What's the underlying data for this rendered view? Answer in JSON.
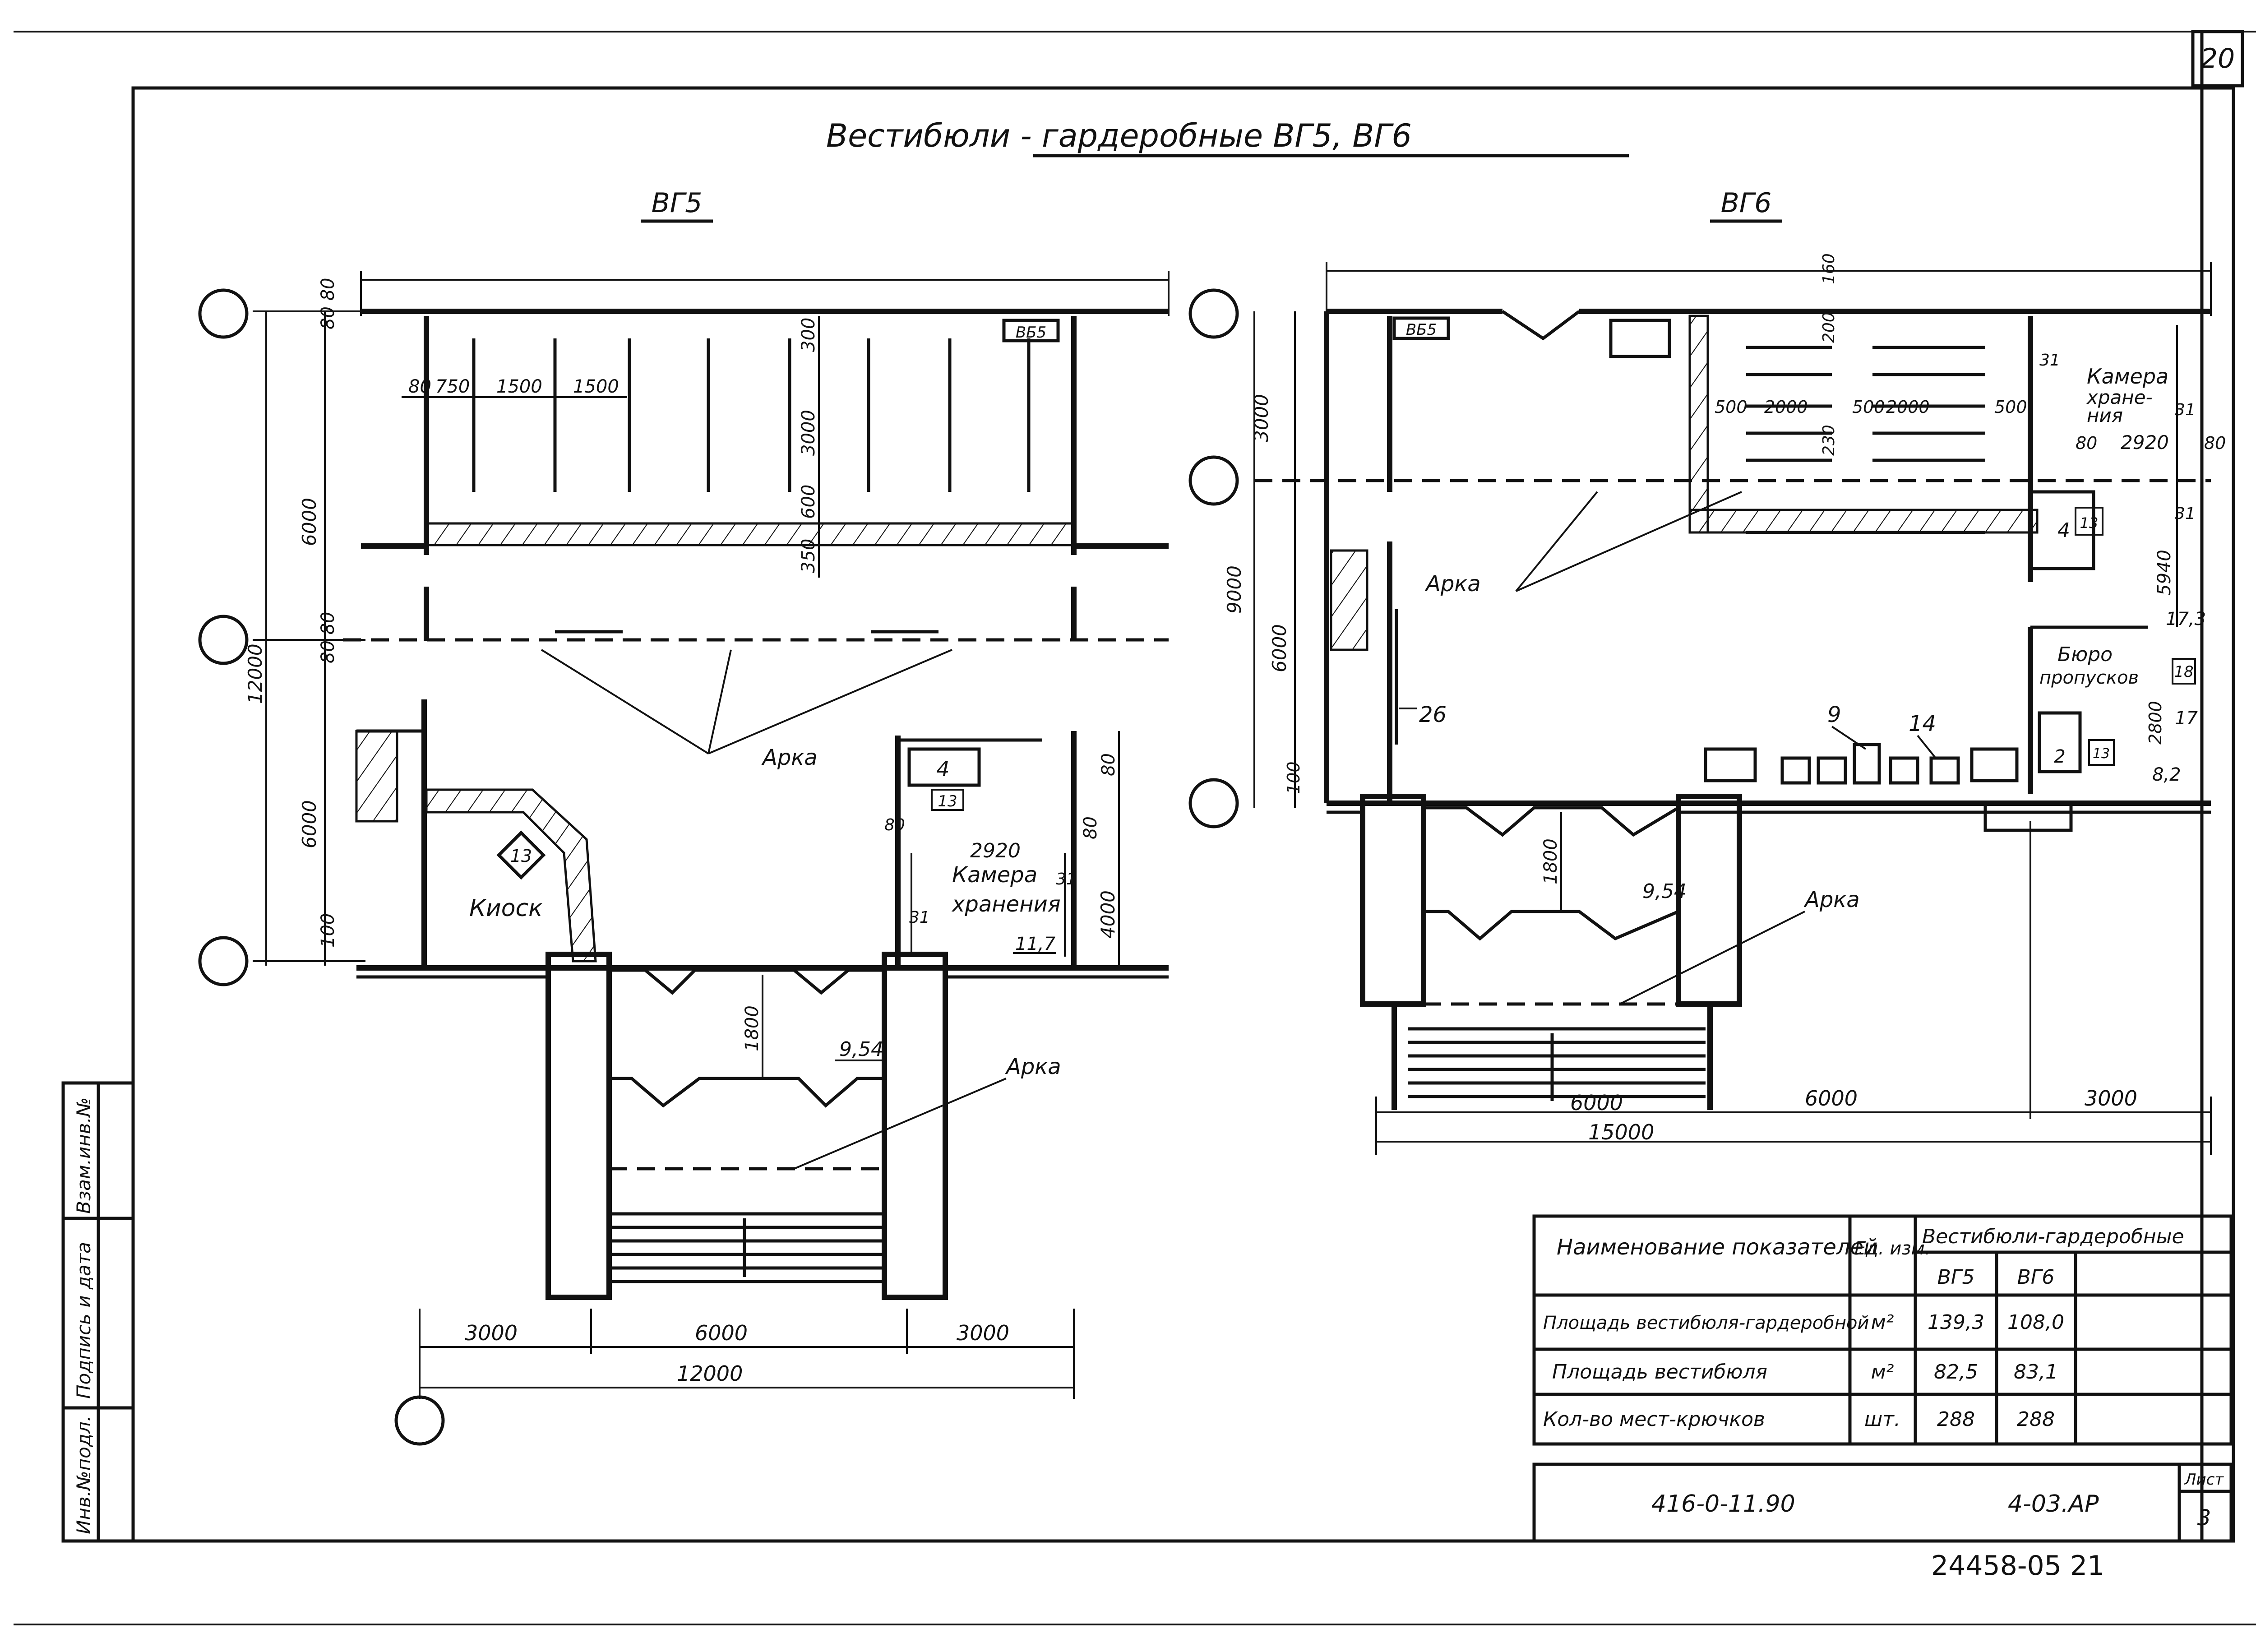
{
  "sheet": {
    "page_number": "20",
    "title": "Вестибюли - гардеробные ВГ5, ВГ6",
    "doc_code": "416-0-11.90",
    "sheet_code": "4-03.АР",
    "sheet_label": "Лист",
    "sheet_number": "3",
    "archive_number": "24458-05 21",
    "side_stamp": [
      "Инв.№подл.",
      "Подпись и дата",
      "Взам.инв.№"
    ]
  },
  "plan_vg5": {
    "label": "ВГ5",
    "stamp": "ВБ5",
    "room_numbers": [
      "13",
      "4",
      "13",
      "31",
      "31"
    ],
    "texts": [
      "Киоск",
      "Камера",
      "хранения",
      "Арка",
      "Арка",
      "11,7",
      "9,54",
      "2920",
      "80"
    ],
    "dims_top": [
      "80",
      "750",
      "1500",
      "1500",
      "3000",
      "300",
      "600",
      "350"
    ],
    "dims_left": [
      "80 80",
      "6000",
      "80 80",
      "12000",
      "6000",
      "100"
    ],
    "dims_right": [
      "80",
      "80",
      "4000"
    ],
    "dims_bottom": [
      "3000",
      "6000",
      "3000",
      "12000"
    ],
    "dim_stair": "1800"
  },
  "plan_vg6": {
    "label": "ВГ6",
    "stamp": "ВБ5",
    "texts": [
      "Камера",
      "хране-",
      "ния",
      "Бюро",
      "пропусков",
      "Арка",
      "Арка",
      "26",
      "9",
      "14",
      "9,54",
      "17,3",
      "8,2",
      "5940",
      "2920",
      "2800"
    ],
    "room_numbers": [
      "31",
      "31",
      "31",
      "4",
      "13",
      "18",
      "17",
      "2",
      "13"
    ],
    "dims_top": [
      "500",
      "2000",
      "500",
      "2000",
      "500",
      "200",
      "160",
      "230",
      "80",
      "80"
    ],
    "dims_left": [
      "3000",
      "9000",
      "6000",
      "100"
    ],
    "dims_bottom": [
      "6000",
      "6000",
      "3000",
      "15000"
    ],
    "dim_stair": "1800"
  },
  "table": {
    "header_name": "Наименование показателей",
    "header_unit": "Ед. изм.",
    "header_group": "Вестибюли-гардеробные",
    "col_vg5": "ВГ5",
    "col_vg6": "ВГ6",
    "rows": [
      {
        "name": "Площадь вестибюля-гардеробной",
        "unit": "м²",
        "vg5": "139,3",
        "vg6": "108,0"
      },
      {
        "name": "Площадь вестибюля",
        "unit": "м²",
        "vg5": "82,5",
        "vg6": "83,1"
      },
      {
        "name": "Кол-во мест-крючков",
        "unit": "шт.",
        "vg5": "288",
        "vg6": "288"
      }
    ]
  }
}
